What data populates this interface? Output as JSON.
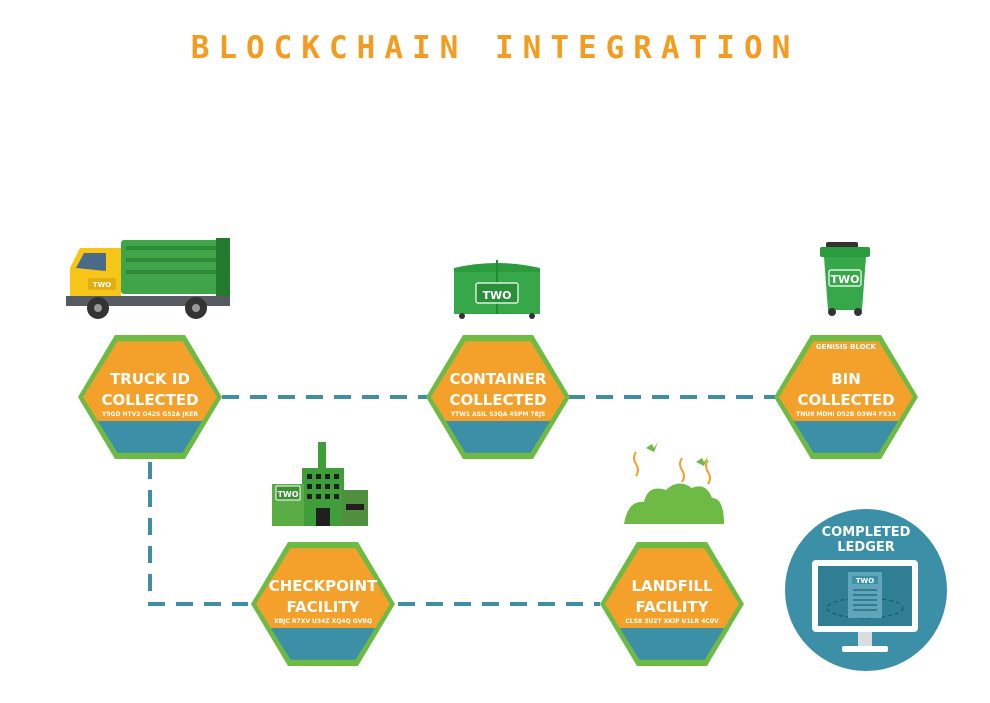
{
  "title": "BLOCKCHAIN INTEGRATION",
  "colors": {
    "orange": "#f4a12b",
    "green": "#6dbb45",
    "teal": "#3b8fa6",
    "dash": "#3f8ea2",
    "title": "#f39c1f",
    "bin_green": "#2c9b3e"
  },
  "nodes": {
    "truck": {
      "line1": "TRUCK ID",
      "line2": "COLLECTED",
      "hash": "Y9GD HTV2 O42S G52A JKER",
      "icon": "garbage-truck-icon",
      "icon_label": "TWO"
    },
    "container": {
      "line1": "CONTAINER",
      "line2": "COLLECTED",
      "hash": "YTW1 ASIL S3QA 4SPM 78J5",
      "icon": "dumpster-icon",
      "icon_label": "TWO"
    },
    "bin": {
      "tag": "GENISIS BLOCK",
      "line1": "BIN",
      "line2": "COLLECTED",
      "hash": "TNU8 MDHI D52B O3W4 FX33",
      "icon": "wheelie-bin-icon",
      "icon_label": "TWO"
    },
    "checkpoint": {
      "line1": "CHECKPOINT",
      "line2": "FACILITY",
      "hash": "XBJC R7XV U34Z XQ4Q GVBQ",
      "icon": "factory-icon",
      "icon_label": "TWO"
    },
    "landfill": {
      "line1": "LANDFILL",
      "line2": "FACILITY",
      "hash": "CLS8 3U2T XKIP U1LR 4C0V",
      "icon": "landfill-icon"
    }
  },
  "ledger": {
    "line1": "COMPLETED",
    "line2": "LEDGER",
    "screen_label": "TWO",
    "icon": "monitor-ledger-icon"
  }
}
